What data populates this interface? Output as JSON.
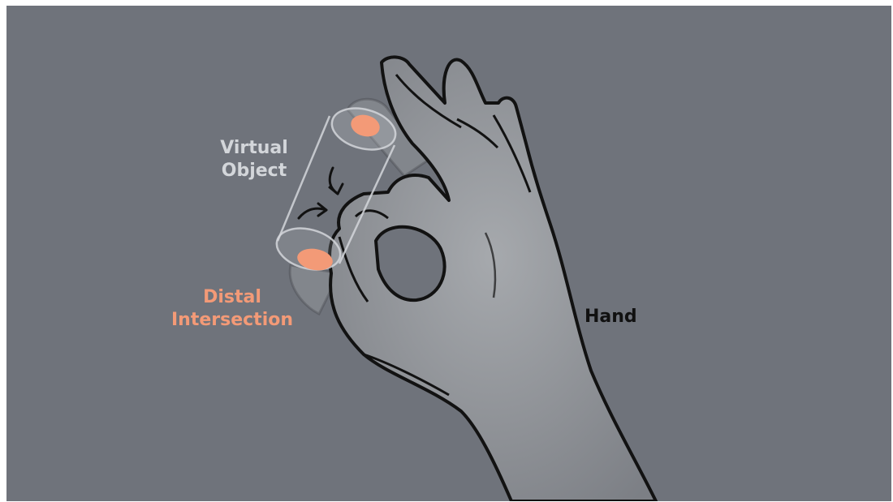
{
  "colors": {
    "background": "#6f737b",
    "virtual_object_label": "#d3d6da",
    "accent": "#f39a77",
    "ink": "#111111",
    "hand_fill": "#8e9196"
  },
  "labels": {
    "virtual_object": {
      "line1": "Virtual",
      "line2": "Object"
    },
    "distal_intersection": {
      "line1": "Distal",
      "line2": "Intersection"
    },
    "hand": "Hand"
  },
  "icons": [
    "hand-illustration",
    "cylinder-icon",
    "inward-arrow-icon"
  ]
}
